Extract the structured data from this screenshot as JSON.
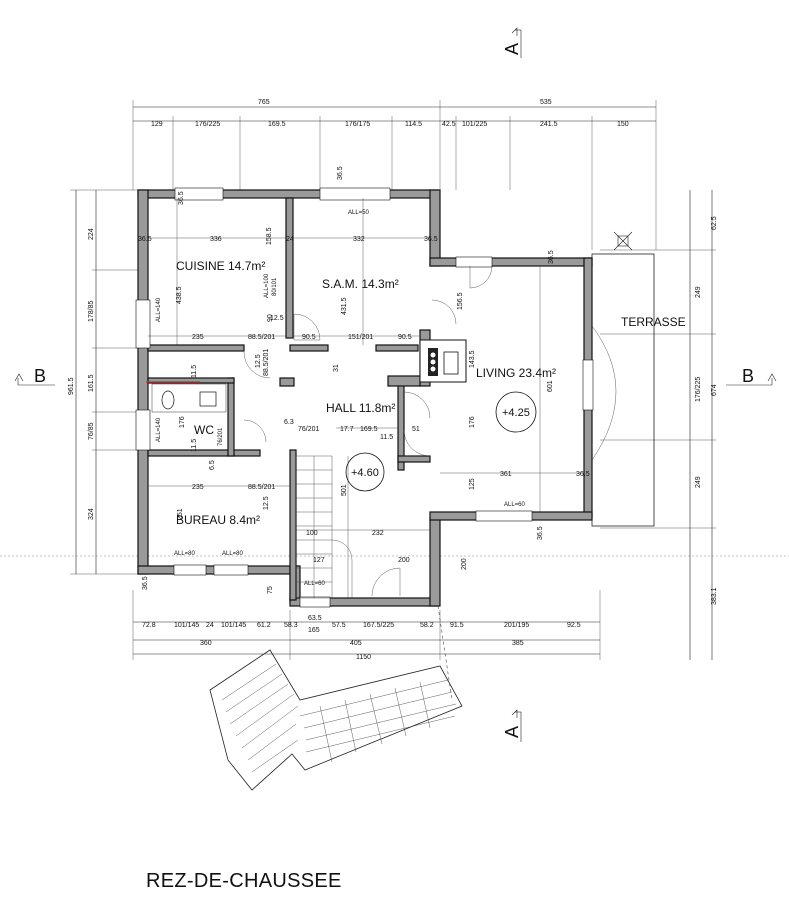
{
  "title": "REZ-DE-CHAUSSEE",
  "section_marks": {
    "a_top": "A",
    "a_bottom": "A",
    "b_left": "B",
    "b_right": "B"
  },
  "rooms": {
    "cuisine": "CUISINE 14.7m²",
    "sam": "S.A.M. 14.3m²",
    "living": "LIVING 23.4m²",
    "hall": "HALL 11.8m²",
    "wc": "WC",
    "bureau": "BUREAU 8.4m²",
    "terrasse": "TERRASSE"
  },
  "elevations": {
    "living": "+4.25",
    "hall": "+4.60"
  },
  "top_dims": {
    "overall": [
      "765",
      "535"
    ],
    "detail": [
      "129",
      "176/225",
      "169.5",
      "176/175",
      "114.5",
      "42.5",
      "101/225",
      "241.5",
      "150"
    ]
  },
  "bottom_dims": {
    "detail": [
      "72.8",
      "101/145",
      "24",
      "101/145",
      "61.2",
      "58.3",
      "165",
      "57.5",
      "167.5/225",
      "58.2",
      "91.5",
      "201/195",
      "92.5"
    ],
    "mid": [
      "360",
      "405",
      "385"
    ],
    "overall": "1150",
    "extra": [
      "63.5"
    ]
  },
  "left_dims": {
    "overall": "961.5",
    "detail": [
      "224",
      "178/85",
      "161.5",
      "76/85",
      "324"
    ]
  },
  "right_dims": {
    "overall": "674",
    "detail": [
      "62.5",
      "249",
      "176/225",
      "249",
      "383.1"
    ]
  },
  "inner_dims": {
    "d36_5": "36.5",
    "d336": "336",
    "d158_5": "158.5",
    "d24": "24",
    "d332": "332",
    "d235": "235",
    "d88_5_201": "88.5/201",
    "d90_5": "90.5",
    "d151_201": "151/201",
    "d12_5": "12.5",
    "d438_5": "438.5",
    "d431_5": "431.5",
    "d31": "31",
    "d11_5": "11.5",
    "d176": "176",
    "d6_3": "6.3",
    "d76_201": "76/201",
    "d17_7": "17.7",
    "d169_5": "169.5",
    "d51": "51",
    "d6_5": "6.5",
    "d251": "251",
    "d100": "100",
    "d232": "232",
    "d501": "501",
    "d127": "127",
    "d200": "200",
    "d361": "361",
    "d601": "601",
    "d143_5": "143.5",
    "d156_5": "156.5",
    "d125": "125",
    "d75": "75",
    "d80_101": "80/101",
    "d90": "90",
    "d12_5b": "12.5"
  },
  "all_labels": {
    "sam_top": "ALL=50",
    "cuisine_side": "ALL=140",
    "wc_side": "ALL=140",
    "cuisine_inner": "ALL=100",
    "living_bottom": "ALL=60",
    "bureau_a": "ALL=80",
    "bureau_b": "ALL=80",
    "hall_bottom": "ALL=60"
  }
}
